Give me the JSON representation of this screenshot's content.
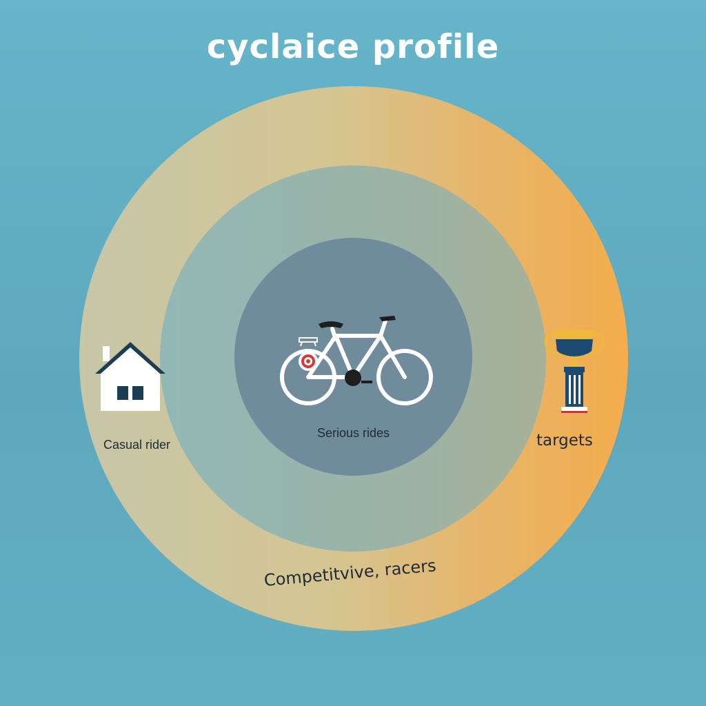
{
  "diagram": {
    "title": "cyclaice profile",
    "outer_ring": {
      "label": "Competitvive, racers",
      "color_left": "#c6c6a8",
      "color_right": "#f4ac4c"
    },
    "middle_ring": {
      "color": "#9cb3a6"
    },
    "inner_circle": {
      "label": "Serious rides",
      "color": "#6f8b9c"
    },
    "left_item": {
      "label": "Casual rider",
      "icon": "house-icon"
    },
    "right_item": {
      "label": "targets",
      "icon": "trophy-icon"
    },
    "center_item": {
      "icon": "bicycle-icon"
    }
  },
  "colors": {
    "background": "#5ea8bd",
    "text_dark": "#1f2a33",
    "title_text": "#ffffff",
    "house_roof": "#1d3d55",
    "trophy_gold": "#f0b83a",
    "trophy_blue": "#1c4a73",
    "target_red": "#d43a3a"
  }
}
